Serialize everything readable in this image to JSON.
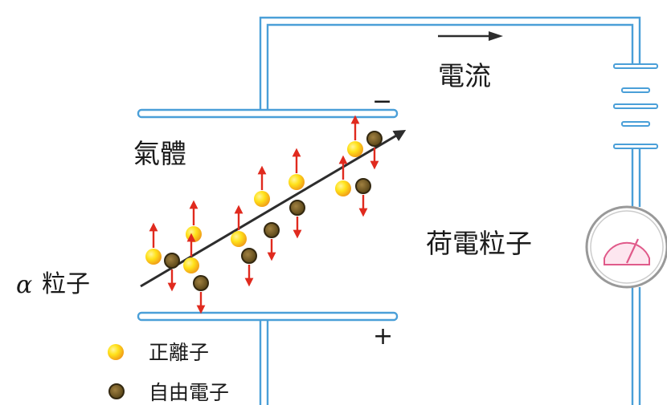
{
  "labels": {
    "current": "電流",
    "gas": "氣體",
    "charged_particle": "荷電粒子",
    "alpha_symbol": "α",
    "alpha_particle": "粒子",
    "minus": "−",
    "plus": "+"
  },
  "legend": {
    "positive_ion": "正離子",
    "free_electron": "自由電子"
  },
  "colors": {
    "wire": "#4a9fd8",
    "ion_inner": "#ffe21a",
    "ion_outer": "#f2a01a",
    "electron_fill": "#7a6228",
    "electron_ring": "#332810",
    "force_arrow": "#e02a1e",
    "alpha_path": "#2d2d2d",
    "meter_pink": "#e05a8a"
  },
  "icons": {
    "battery": "battery-icon",
    "meter": "galvanometer-icon",
    "current_arrow": "arrow-right-icon"
  }
}
